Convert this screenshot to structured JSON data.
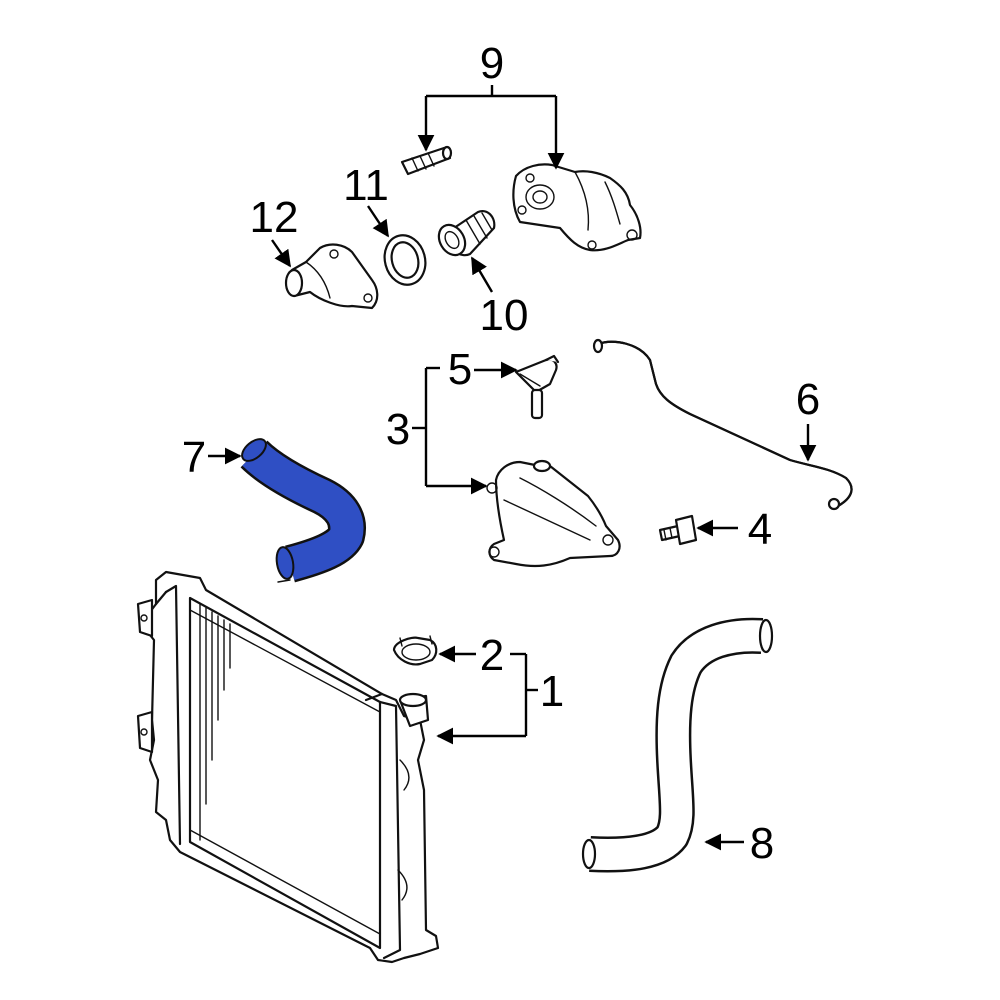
{
  "callouts": {
    "c1": "1",
    "c2": "2",
    "c3": "3",
    "c4": "4",
    "c5": "5",
    "c6": "6",
    "c7": "7",
    "c8": "8",
    "c9": "9",
    "c10": "10",
    "c11": "11",
    "c12": "12"
  },
  "colors": {
    "highlight": "#2f4fc4",
    "line": "#111111"
  }
}
